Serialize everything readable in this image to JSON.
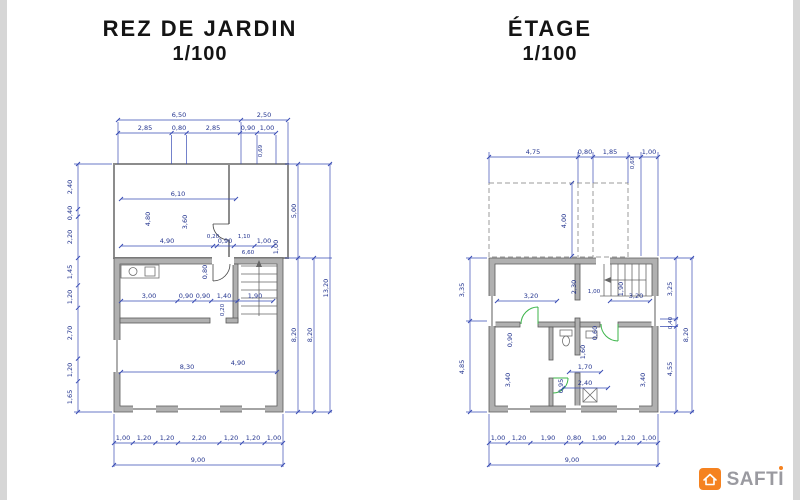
{
  "titles": {
    "left": {
      "name": "REZ DE JARDIN",
      "scale": "1/100"
    },
    "right": {
      "name": "ÉTAGE",
      "scale": "1/100"
    }
  },
  "left_plan": {
    "top1": [
      "6,50",
      "2,50"
    ],
    "top2": [
      "2,85",
      "0,80",
      "2,85",
      "0,90",
      "1,00"
    ],
    "top_small": [
      "0,69"
    ],
    "left_chain": [
      "2,40",
      "0,40",
      "2,20",
      "1,45",
      "1,20",
      "2,70",
      "1,20",
      "1,65"
    ],
    "right_chain": [
      "5,00",
      "8,20"
    ],
    "right_inner": [
      "8,20"
    ],
    "right_total": [
      "13,20"
    ],
    "interior": [
      "6,10",
      "4,80",
      "3,60",
      "4,90",
      "0,20",
      "0,90",
      "1,10",
      "1,00",
      "6,60",
      "1,00",
      "0,80",
      "3,00",
      "0,90",
      "0,90",
      "1,40",
      "1,90",
      "0,20",
      "8,30",
      "4,90"
    ],
    "bottom_chain": [
      "1,00",
      "1,20",
      "1,20",
      "2,20",
      "1,20",
      "1,20",
      "1,00"
    ],
    "bottom_total": "9,00"
  },
  "right_plan": {
    "top_chain": [
      "4,75",
      "0,80",
      "1,85",
      "1,00"
    ],
    "top_small": [
      "0,69"
    ],
    "upper_height": "4,00",
    "left_chain": [
      "3,35",
      "4,85"
    ],
    "right_chain": [
      "3,25",
      "0,40",
      "4,55"
    ],
    "right_total": "8,20",
    "interior": [
      "3,20",
      "2,30",
      "1,00",
      "1,90",
      "3,20",
      "0,90",
      "0,60",
      "1,60",
      "1,70",
      "2,40",
      "0,95",
      "3,40",
      "3,40"
    ],
    "bottom_chain": [
      "1,00",
      "1,20",
      "1,90",
      "0,80",
      "1,90",
      "1,20",
      "1,00"
    ],
    "bottom_total": "9,00"
  },
  "logo": {
    "brand": "SAFTI"
  }
}
